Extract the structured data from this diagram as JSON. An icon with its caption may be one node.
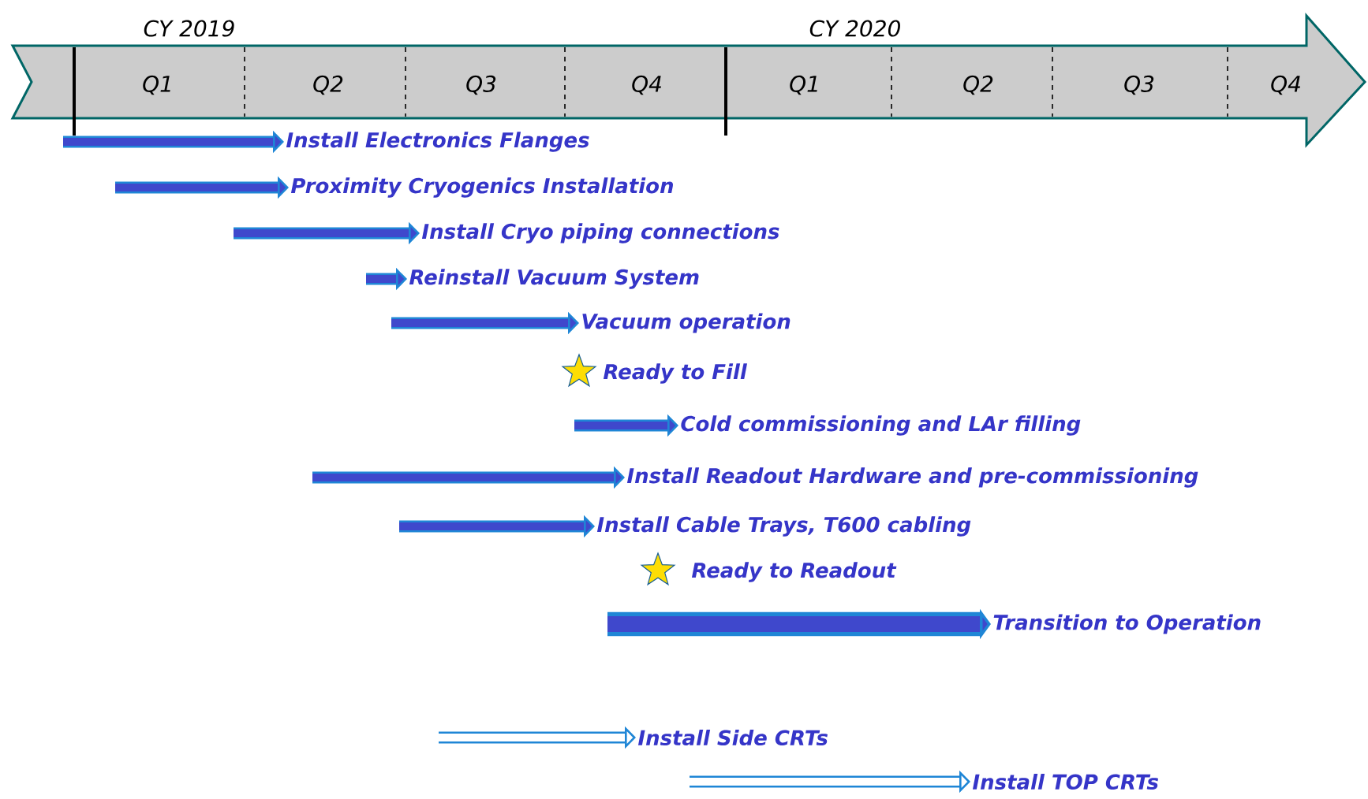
{
  "diagram": {
    "nodes": [
      {
        "text": [
          "Install Electronics Flanges"
        ]
      },
      {
        "text": [
          "Proximity Cryogenics Installation"
        ]
      },
      {
        "text": [
          "Install Cryo piping connections"
        ]
      },
      {
        "text": [
          "Reinstall Vacuum System"
        ]
      },
      {
        "text": [
          "Vacuum operation"
        ]
      },
      {
        "text": [],
        "shape": "star",
        "beside": [
          "Ready to Fill"
        ]
      },
      {
        "text": [
          "Cold commissioning and LAr filling"
        ]
      },
      {
        "text": [
          "Install Readout Hardware and pre-commissioning"
        ]
      },
      {
        "text": [
          "Install Cable Trays, T600 cabling"
        ]
      },
      {
        "text": [],
        "shape": "star",
        "beside": [
          "Ready to Readout"
        ]
      },
      {
        "text": [
          "Transition to Operation"
        ]
      },
      {
        "text": [
          "Install Side CRTs"
        ]
      },
      {
        "text": [
          "Install TOP CRTs"
        ]
      }
    ],
    "edges": [
      {
        "from": null,
        "to": 0,
        "arrow": "to"
      },
      {
        "from": null,
        "to": 1,
        "arrow": "to"
      },
      {
        "from": null,
        "to": 2,
        "arrow": "to"
      },
      {
        "from": null,
        "to": 3,
        "arrow": "to"
      },
      {
        "from": null,
        "to": 4,
        "arrow": "to"
      },
      {
        "from": null,
        "to": 6,
        "arrow": "to"
      },
      {
        "from": null,
        "to": 7,
        "arrow": "to"
      },
      {
        "from": null,
        "to": 8,
        "arrow": "to"
      },
      {
        "from": null,
        "to": 10,
        "arrow": "to",
        "style": "thick"
      },
      {
        "from": null,
        "to": 11,
        "arrow": "to"
      },
      {
        "from": null,
        "to": 12,
        "arrow": "to"
      }
    ],
    "labels": [
      "CY 2019",
      "CY 2020",
      "Q1",
      "Q2",
      "Q3",
      "Q4",
      "Q1",
      "Q2",
      "Q3",
      "Q4"
    ]
  }
}
